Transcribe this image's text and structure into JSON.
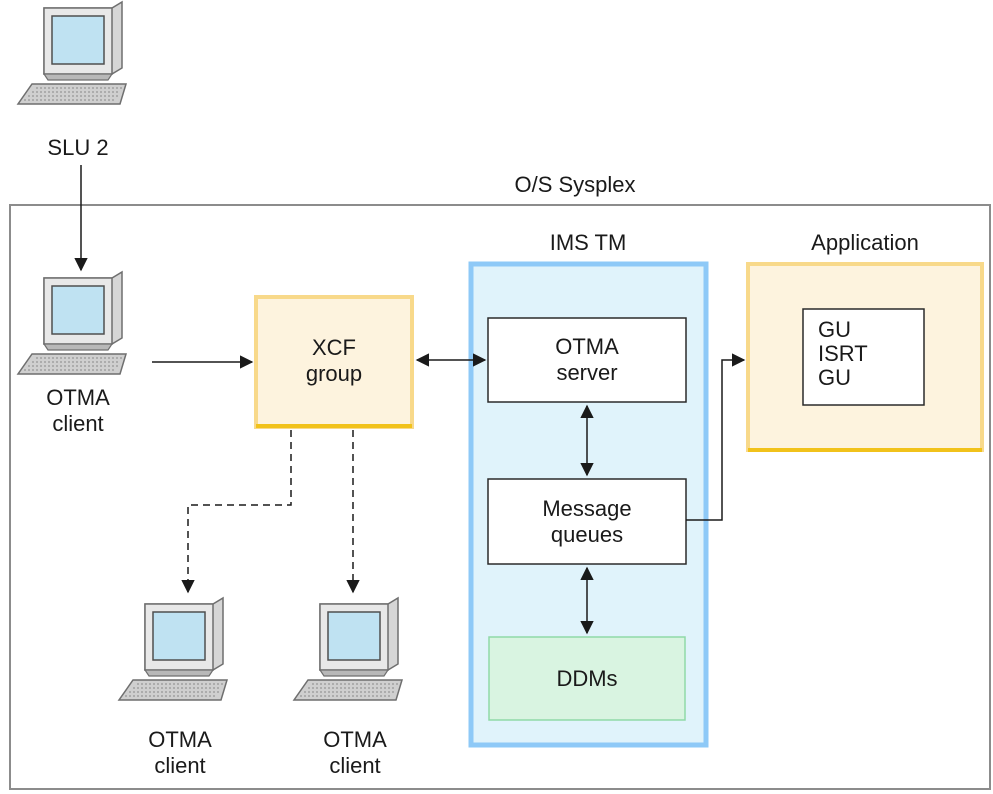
{
  "terminal": {
    "label": "SLU 2"
  },
  "sysplex": {
    "label": "O/S Sysplex"
  },
  "otma_client_main": {
    "line1": "OTMA",
    "line2": "client"
  },
  "xcf_group": {
    "line1": "XCF",
    "line2": "group"
  },
  "ims_tm": {
    "label": "IMS TM",
    "otma_server": {
      "line1": "OTMA",
      "line2": "server"
    },
    "message_queues": {
      "line1": "Message",
      "line2": "queues"
    },
    "ddms": {
      "label": "DDMs"
    }
  },
  "application": {
    "label": "Application",
    "calls": [
      "GU",
      "ISRT",
      "GU"
    ]
  },
  "otma_client_left": {
    "line1": "OTMA",
    "line2": "client"
  },
  "otma_client_right": {
    "line1": "OTMA",
    "line2": "client"
  },
  "colors": {
    "sysplex_border": "#8c8c8c",
    "xcf_fill": "#fdf3de",
    "xcf_border": "#f8d98a",
    "xcf_accent": "#f1c21b",
    "ims_fill": "#e0f3fb",
    "ims_border": "#8ec9f7",
    "app_fill": "#fdf3de",
    "app_border": "#f8d98a",
    "app_accent": "#f1c21b",
    "ddms_fill": "#d9f4e1",
    "ddms_border": "#8fd9a8",
    "screen": "#bfe2f2"
  },
  "icons": [
    "computer-terminal-icon"
  ]
}
